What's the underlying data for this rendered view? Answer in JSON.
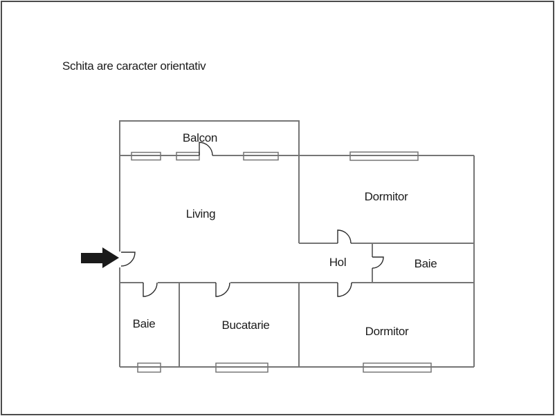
{
  "title": "Schita are caracter orientativ",
  "colors": {
    "bg": "#ffffff",
    "border": "#4a4a4a",
    "wall": "#757575",
    "door": "#2b2b2b",
    "text": "#1c1c1c",
    "arrow": "#1a1a1a"
  },
  "floorplan": {
    "rooms": [
      {
        "id": "balcon",
        "label": "Balcon"
      },
      {
        "id": "living",
        "label": "Living"
      },
      {
        "id": "dormitor-top",
        "label": "Dormitor"
      },
      {
        "id": "hol",
        "label": "Hol"
      },
      {
        "id": "baie-hol",
        "label": "Baie"
      },
      {
        "id": "baie-bottom",
        "label": "Baie"
      },
      {
        "id": "bucatarie",
        "label": "Bucatarie"
      },
      {
        "id": "dormitor-bottom",
        "label": "Dormitor"
      }
    ],
    "entrance": {
      "icon": "right-arrow",
      "side": "left"
    }
  }
}
